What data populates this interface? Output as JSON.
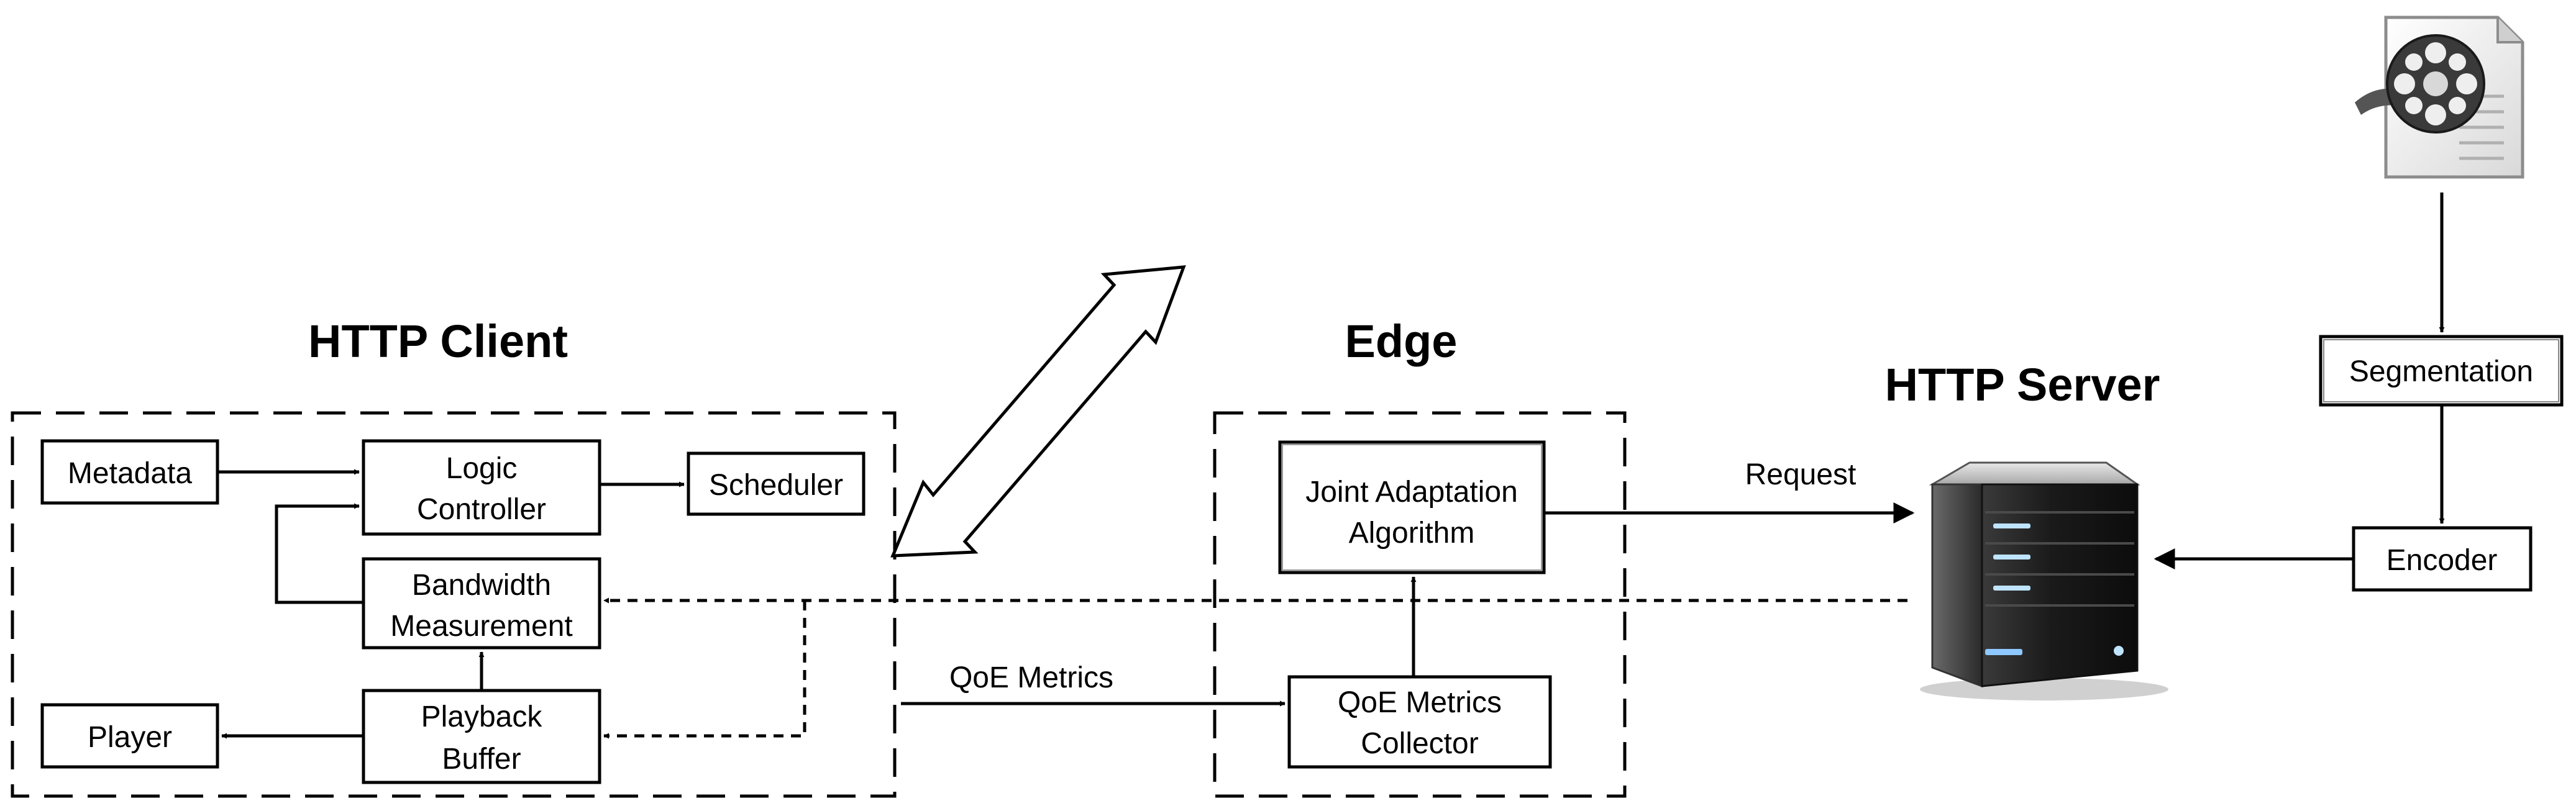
{
  "headings": {
    "client": "HTTP Client",
    "edge": "Edge",
    "server": "HTTP Server"
  },
  "nodes": {
    "metadata": "Metadata",
    "logic_line1": "Logic",
    "logic_line2": "Controller",
    "scheduler": "Scheduler",
    "bandwidth_line1": "Bandwidth",
    "bandwidth_line2": "Measurement",
    "player": "Player",
    "playback_line1": "Playback",
    "playback_line2": "Buffer",
    "jaa_line1": "Joint Adaptation",
    "jaa_line2": "Algorithm",
    "qoe_line1": "QoE Metrics",
    "qoe_line2": "Collector",
    "segmentation": "Segmentation",
    "encoder": "Encoder"
  },
  "edge_labels": {
    "request": "Request",
    "qoe_metrics": "QoE Metrics"
  },
  "icons": {
    "video_file": "video-file-icon",
    "server": "server-icon"
  },
  "colors": {
    "line": "#000000",
    "server_light": "#bfe4ff"
  }
}
